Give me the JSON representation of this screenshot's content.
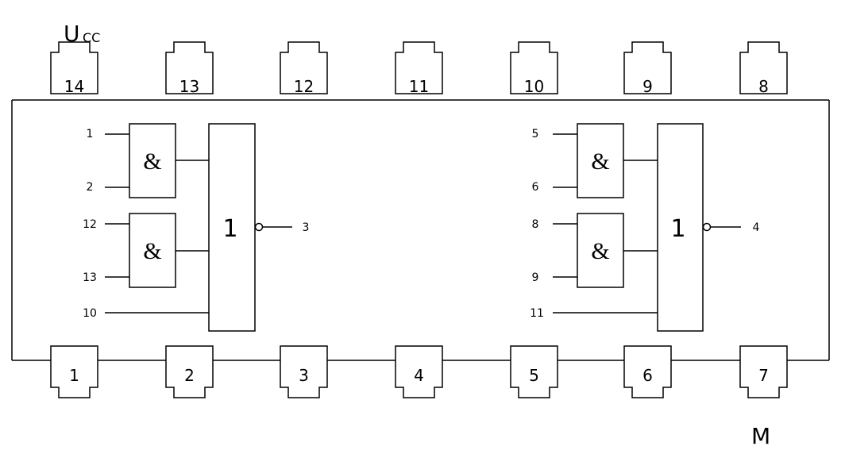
{
  "supply": {
    "main": "U",
    "sub": "CC"
  },
  "ground": "M",
  "top_pins": [
    "14",
    "13",
    "12",
    "11",
    "10",
    "9",
    "8"
  ],
  "bottom_pins": [
    "1",
    "2",
    "3",
    "4",
    "5",
    "6",
    "7"
  ],
  "and_symbol": "&",
  "or_symbol": "1",
  "left_gate": {
    "and1_inputs": [
      "1",
      "2"
    ],
    "and2_inputs": [
      "12",
      "13"
    ],
    "extra_input": "10",
    "output": "3"
  },
  "right_gate": {
    "and1_inputs": [
      "5",
      "6"
    ],
    "and2_inputs": [
      "8",
      "9"
    ],
    "extra_input": "11",
    "output": "4"
  }
}
